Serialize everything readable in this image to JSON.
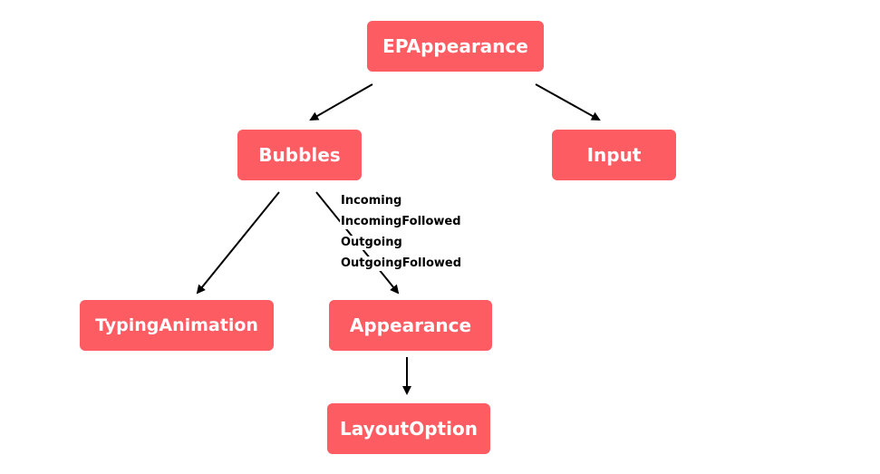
{
  "nodes": {
    "epappearance": "EPAppearance",
    "bubbles": "Bubbles",
    "input": "Input",
    "typing_animation": "TypingAnimation",
    "appearance": "Appearance",
    "layout_option": "LayoutOption"
  },
  "edge_labels": [
    "Incoming",
    "IncomingFollowed",
    "Outgoing",
    "OutgoingFollowed"
  ],
  "colors": {
    "node_fill": "#fd5c63",
    "node_text": "#ffffff",
    "edge": "#000000"
  }
}
